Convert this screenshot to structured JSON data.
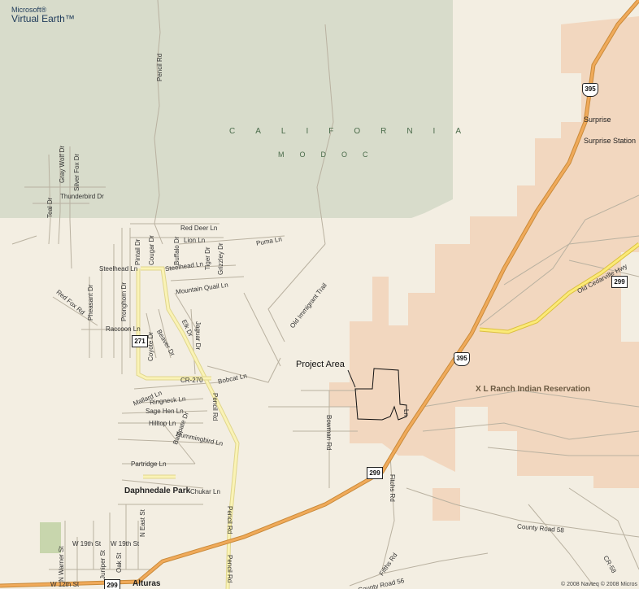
{
  "branding": {
    "microsoft": "Microsoft®",
    "product": "Virtual Earth™"
  },
  "regions": {
    "state": "CALIFORNIA",
    "county": "MODOC",
    "reservation": "X L Ranch Indian Reservation"
  },
  "project_area_label": "Project Area",
  "towns": {
    "surprise": "Surprise",
    "surprise_station": "Surprise Station",
    "alturas": "Alturas",
    "daphnedale_park": "Daphnedale Park"
  },
  "shields": {
    "us395_top": "395",
    "us395_mid": "395",
    "ca299_right": "299",
    "ca299_center": "299",
    "ca299_bottom": "299",
    "ca271": "271"
  },
  "roads": {
    "pencil_rd_top": "Pencil Rd",
    "gray_wolf": "Gray Wolf Dr",
    "silver_fox": "Silver Fox Dr",
    "teal": "Teal Dr",
    "thunderbird": "Thunderbird Dr",
    "red_deer": "Red Deer Ln",
    "lion": "Lion Ln",
    "puma": "Puma Ln",
    "pintail": "Pintail Dr",
    "cougar": "Cougar Dr",
    "buffalo": "Buffalo Dr",
    "tiger": "Tiger Dr",
    "grizzley": "Grizzley Dr",
    "steelhead_w": "Steelhead Ln",
    "steelhead_e": "Steelhead Ln",
    "mountain_quail": "Mountain Quail Ln",
    "old_immigrant": "Old Immigrant Trail",
    "red_fox": "Red Fox Rd",
    "pheasant": "Pheasant Dr",
    "pronghorn": "Pronghorn Dr",
    "raccoon": "Raccoon Ln",
    "coyote": "Coyote Dr",
    "beaver": "Beaver Dr",
    "elk": "Elk Dr",
    "jaguar": "Jaguar Dr",
    "bobcat": "Bobcat Ln",
    "cr270": "CR-270",
    "mallard": "Mallard Ln",
    "ringneck": "Ringneck Ln",
    "sage_hen": "Sage Hen Ln",
    "hilltop": "Hilltop Ln",
    "hummingbird": "Hummingbird Ln",
    "baldpate": "Baldpate Dr",
    "partridge": "Partridge Ln",
    "chukar": "Chukar Ln",
    "pencil_rd_mid": "Pencil Rd",
    "pencil_rd_low": "Pencil Rd",
    "pencil_rd_bottom": "Pencil Rd",
    "n_east_st": "N East St",
    "w19_a": "W 19th St",
    "w19_b": "W 19th St",
    "n_warner": "N Warner St",
    "juniper": "Juniper St",
    "oak": "Oak St",
    "w12": "W 12th St",
    "bowman": "Bowman Rd",
    "fitchs": "Fitchs Rd",
    "fifths": "Fifths Rd",
    "lane_short": "Ln",
    "old_cedarville": "Old Cedarville Hwy",
    "county_road_58": "County Road 58",
    "county_road_56": "County Road 56",
    "cr58": "CR-58"
  },
  "copyright": "© 2008 Navteq © 2008 Micros"
}
